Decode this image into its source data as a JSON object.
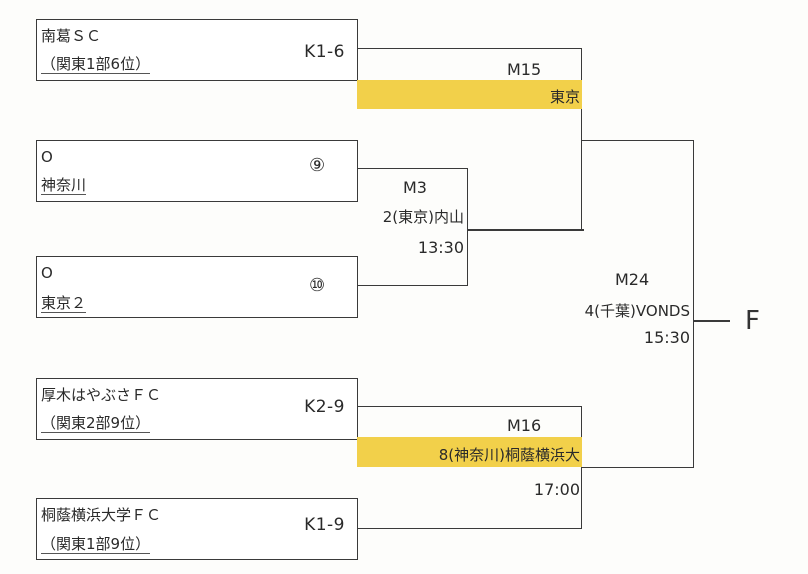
{
  "teams": [
    {
      "name": "南葛ＳＣ",
      "sub": "（関東1部6位）",
      "code": "K1-6"
    },
    {
      "name": "O",
      "sub": "神奈川",
      "seed": "⑨"
    },
    {
      "name": "O",
      "sub": "東京２",
      "seed": "⑩"
    },
    {
      "name": "厚木はやぶさＦＣ",
      "sub": "（関東2部9位）",
      "code": "K2-9"
    },
    {
      "name": "桐蔭横浜大学ＦＣ",
      "sub": "（関東1部9位）",
      "code": "K1-9"
    }
  ],
  "matches": {
    "m15": {
      "id": "M15",
      "venue": "東京"
    },
    "m3": {
      "id": "M3",
      "venue": "2(東京)内山",
      "time": "13:30"
    },
    "m16": {
      "id": "M16",
      "venue": "8(神奈川)桐蔭横浜大",
      "time": "17:00"
    },
    "m24": {
      "id": "M24",
      "venue": "4(千葉)VONDS",
      "time": "15:30"
    }
  },
  "final": "F",
  "colors": {
    "highlight": "#f2d04a",
    "line": "#3a3a3a"
  }
}
